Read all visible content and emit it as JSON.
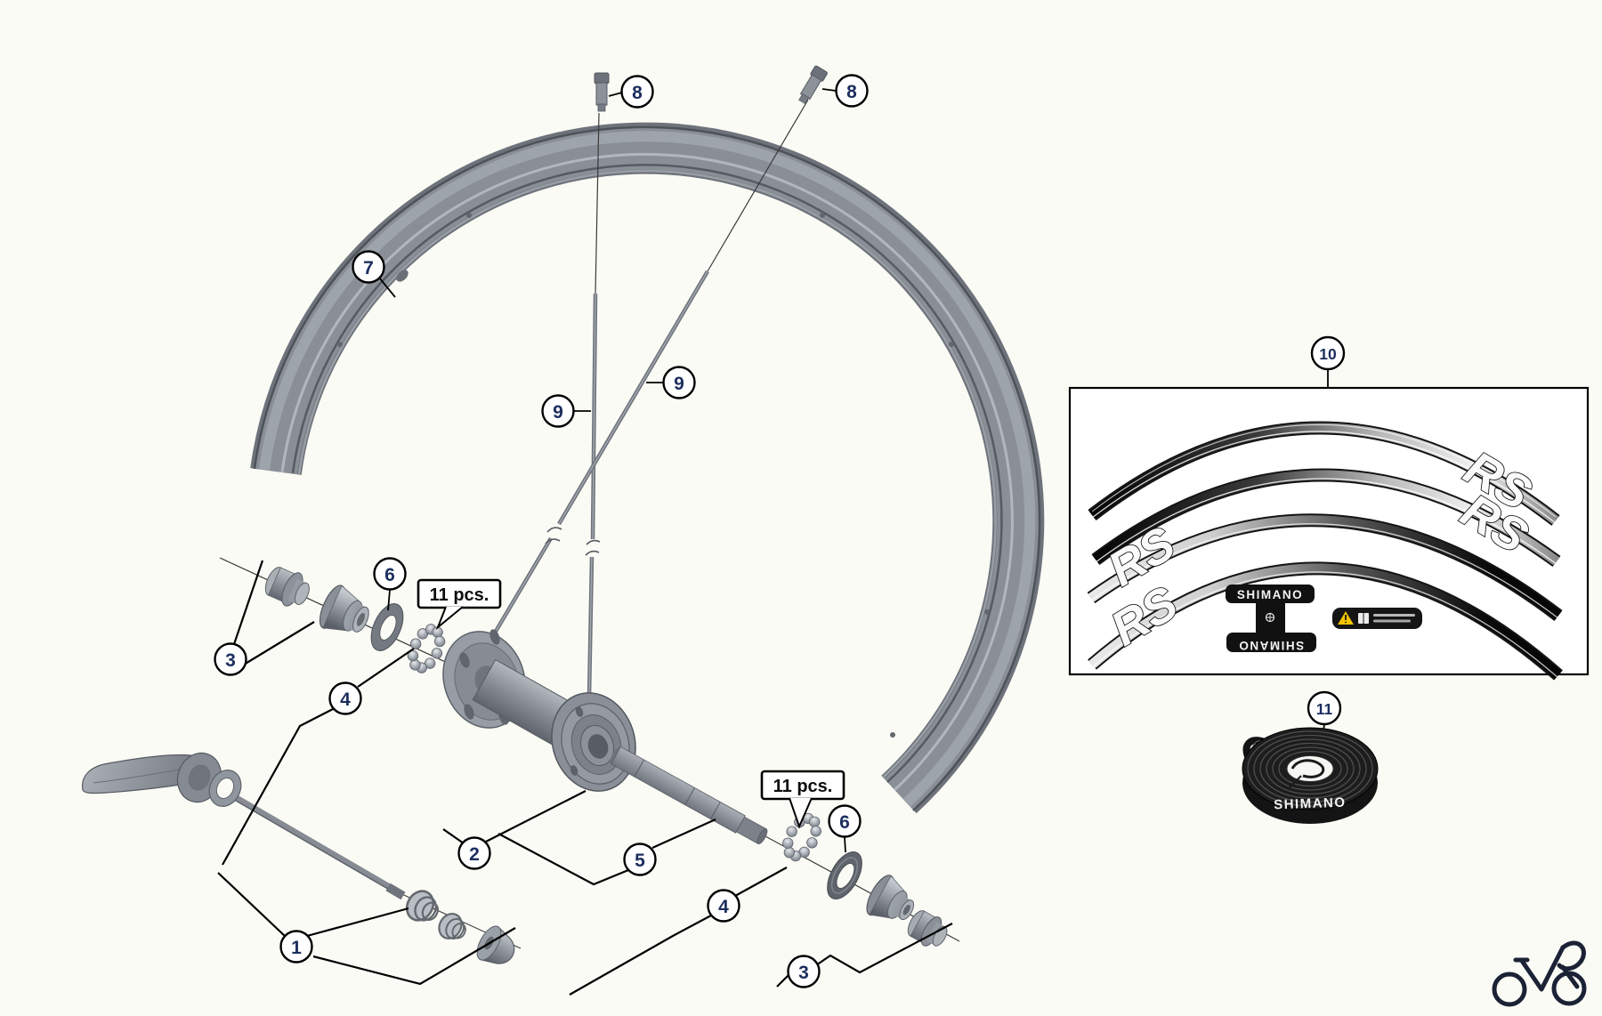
{
  "diagram": {
    "type": "exploded-parts-diagram",
    "subject": "bicycle-front-wheel",
    "labels": {
      "n1": "1",
      "n2": "2",
      "n3": "3",
      "n4": "4",
      "n5": "5",
      "n6": "6",
      "n7": "7",
      "n8": "8",
      "n9": "9",
      "n10": "10",
      "n11": "11"
    },
    "quantity_label": "11 pcs.",
    "brand": {
      "shimano": "SHIMANO",
      "rim_decal_logo": "RS"
    },
    "colors": {
      "background": "#fbfbf5",
      "line_black": "#000000",
      "digit_navy": "#1c2e5e",
      "metal_gray": "#8d929a",
      "sticker_black": "#141414",
      "warning_yellow": "#f2c300",
      "watermark_navy": "#1b2236"
    },
    "icons": [
      "warning-triangle-icon",
      "manual-book-icon",
      "shimano-emblem-icon",
      "bicycle-logo-icon"
    ]
  }
}
